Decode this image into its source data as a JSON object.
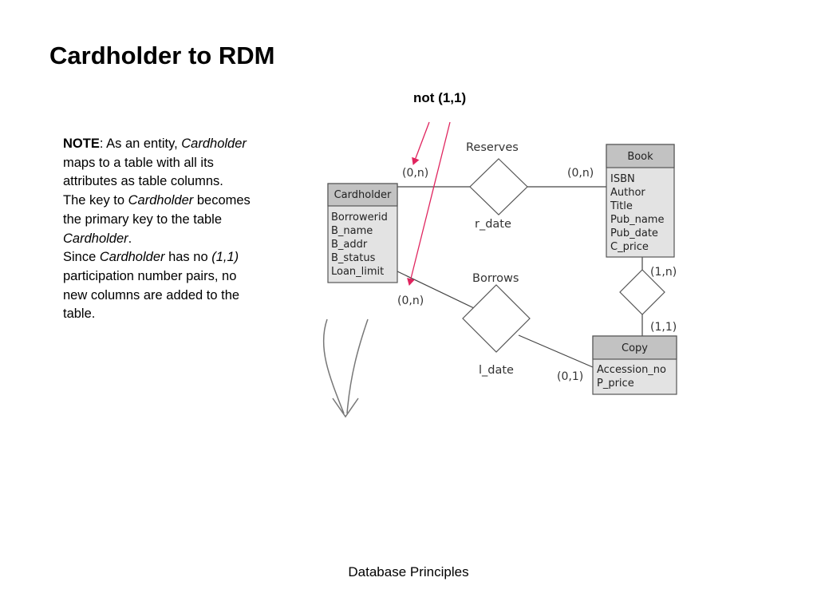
{
  "title": "Cardholder to RDM",
  "note": {
    "label": "NOTE",
    "p1": ": As an entity, ",
    "i1": "Cardholder",
    "p2": " maps to a table with all its attributes as table columns.",
    "p3": "The key to ",
    "i2": "Cardholder",
    "p4": " becomes the primary key to the table ",
    "i3": "Cardholder",
    "p5": ".",
    "p6": "Since ",
    "i4": "Cardholder",
    "p7": " has no ",
    "i5": "(1,1)",
    "p8": " participation number pairs, no new columns are added to the table."
  },
  "annotation": "not (1,1)",
  "footer": "Database Principles",
  "diagram": {
    "entities": {
      "cardholder": {
        "title": "Cardholder",
        "attributes": [
          "Borrowerid",
          "B_name",
          "B_addr",
          "B_status",
          "Loan_limit"
        ]
      },
      "book": {
        "title": "Book",
        "attributes": [
          "ISBN",
          "Author",
          "Title",
          "Pub_name",
          "Pub_date",
          "C_price"
        ]
      },
      "copy": {
        "title": "Copy",
        "attributes": [
          "Accession_no",
          "P_price"
        ]
      }
    },
    "relationships": {
      "reserves": {
        "name": "Reserves",
        "attribute": "r_date"
      },
      "borrows": {
        "name": "Borrows",
        "attribute": "l_date"
      },
      "book_copy": {
        "name": ""
      }
    },
    "cardinalities": {
      "reserves_cardholder": "(0,n)",
      "reserves_book": "(0,n)",
      "borrows_cardholder": "(0,n)",
      "borrows_copy": "(0,1)",
      "book_side": "(1,n)",
      "copy_side": "(1,1)"
    },
    "colors": {
      "entity_fill": "#e3e3e3",
      "entity_header": "#c2c2c2",
      "entity_border": "#555555",
      "line": "#444444",
      "arrow": "#e0245e"
    }
  }
}
